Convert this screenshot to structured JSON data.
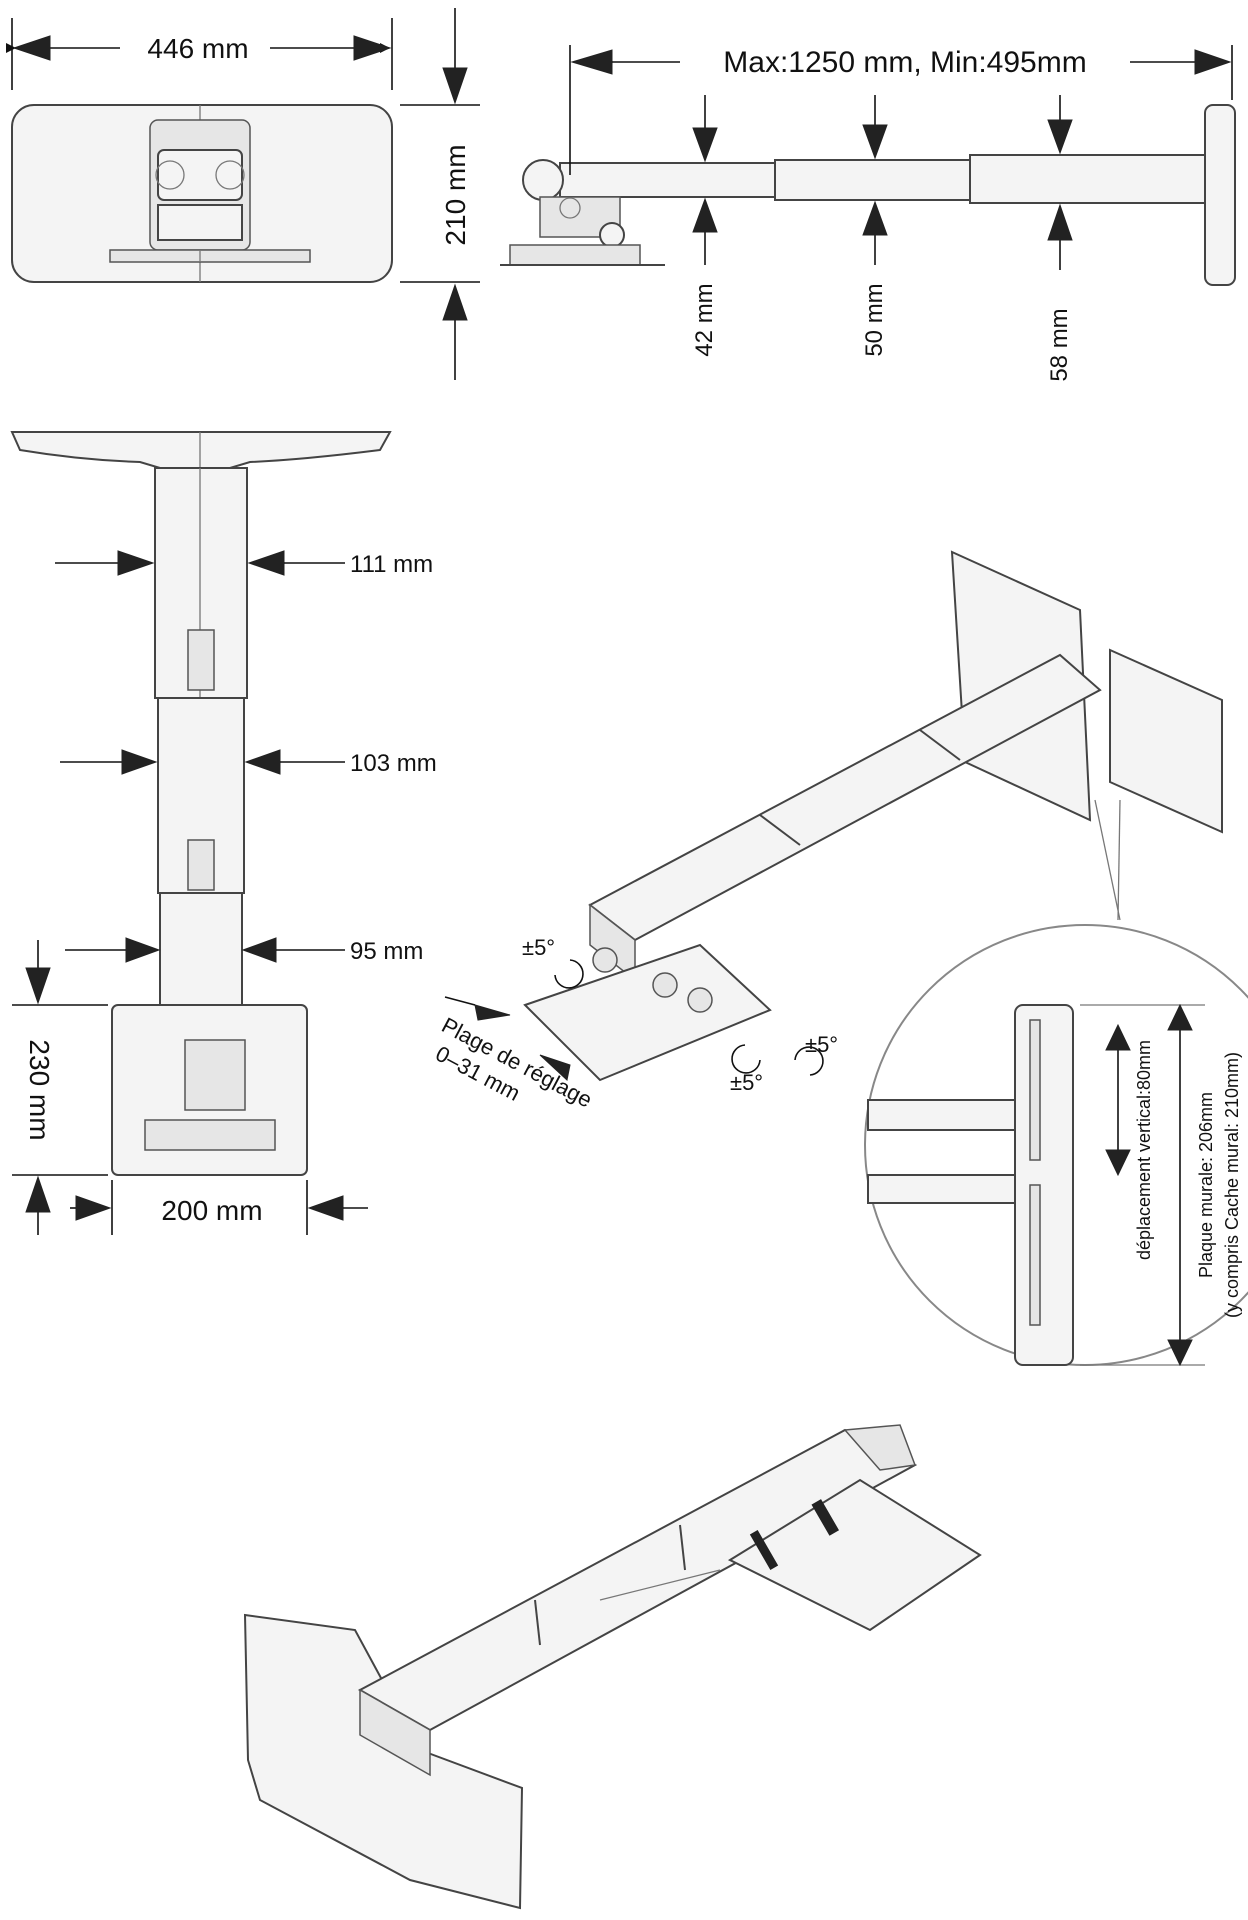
{
  "dimensions": {
    "plate_width": "446 mm",
    "plate_height": "210 mm",
    "arm_length": "Max:1250 mm, Min:495mm",
    "tube_42": "42 mm",
    "tube_50": "50 mm",
    "tube_58": "58 mm",
    "width_111": "111 mm",
    "width_103": "103 mm",
    "width_95": "95 mm",
    "bracket_230": "230 mm",
    "bracket_200": "200 mm"
  },
  "adjustments": {
    "tilt_left": "±5°",
    "tilt_right_top": "±5°",
    "tilt_right_bottom": "±5°",
    "range_line1": "Plage de réglage",
    "range_line2": "0–31 mm"
  },
  "detail": {
    "vertical_shift": "déplacement vertical:80mm",
    "wall_plate_line1": "Plaque murale: 206mm",
    "wall_plate_line2": "(y compris Cache mural: 210mm)"
  },
  "colors": {
    "line": "#444444",
    "fill": "#f4f4f4",
    "text": "#111111"
  }
}
